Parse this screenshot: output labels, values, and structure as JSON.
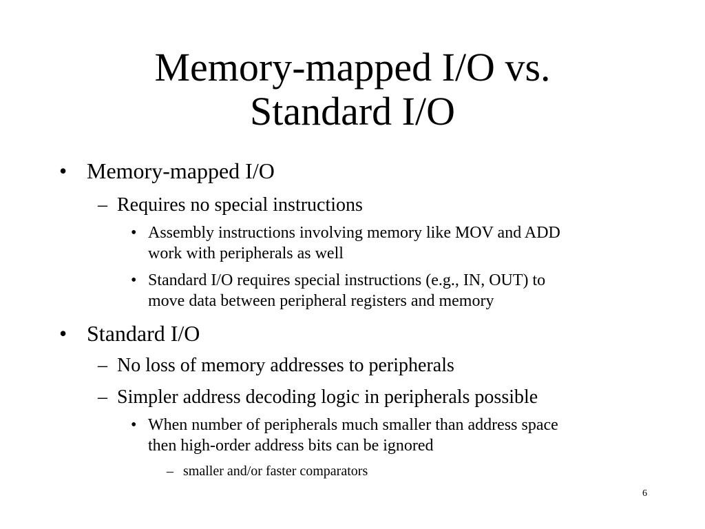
{
  "slide": {
    "title_line1": "Memory-mapped I/O vs.",
    "title_line2": "Standard I/O",
    "page_number": "6",
    "markers": {
      "bullet": "•",
      "dash": "–"
    },
    "items": {
      "mmio": "Memory-mapped I/O",
      "mmio_sub1": "Requires no special instructions",
      "mmio_sub1_pt1_l1": "Assembly instructions involving memory like MOV and ADD",
      "mmio_sub1_pt1_l2": "work with peripherals as well",
      "mmio_sub1_pt2_l1": "Standard I/O requires special instructions (e.g., IN, OUT) to",
      "mmio_sub1_pt2_l2": "move data between peripheral registers and memory",
      "stdio": "Standard I/O",
      "stdio_sub1": "No loss of memory addresses to peripherals",
      "stdio_sub2": "Simpler address decoding logic in peripherals possible",
      "stdio_sub2_pt1_l1": "When number of peripherals much smaller than address space",
      "stdio_sub2_pt1_l2": "then high-order address bits can be ignored",
      "stdio_sub2_pt1_sub1": "smaller and/or faster comparators"
    }
  }
}
